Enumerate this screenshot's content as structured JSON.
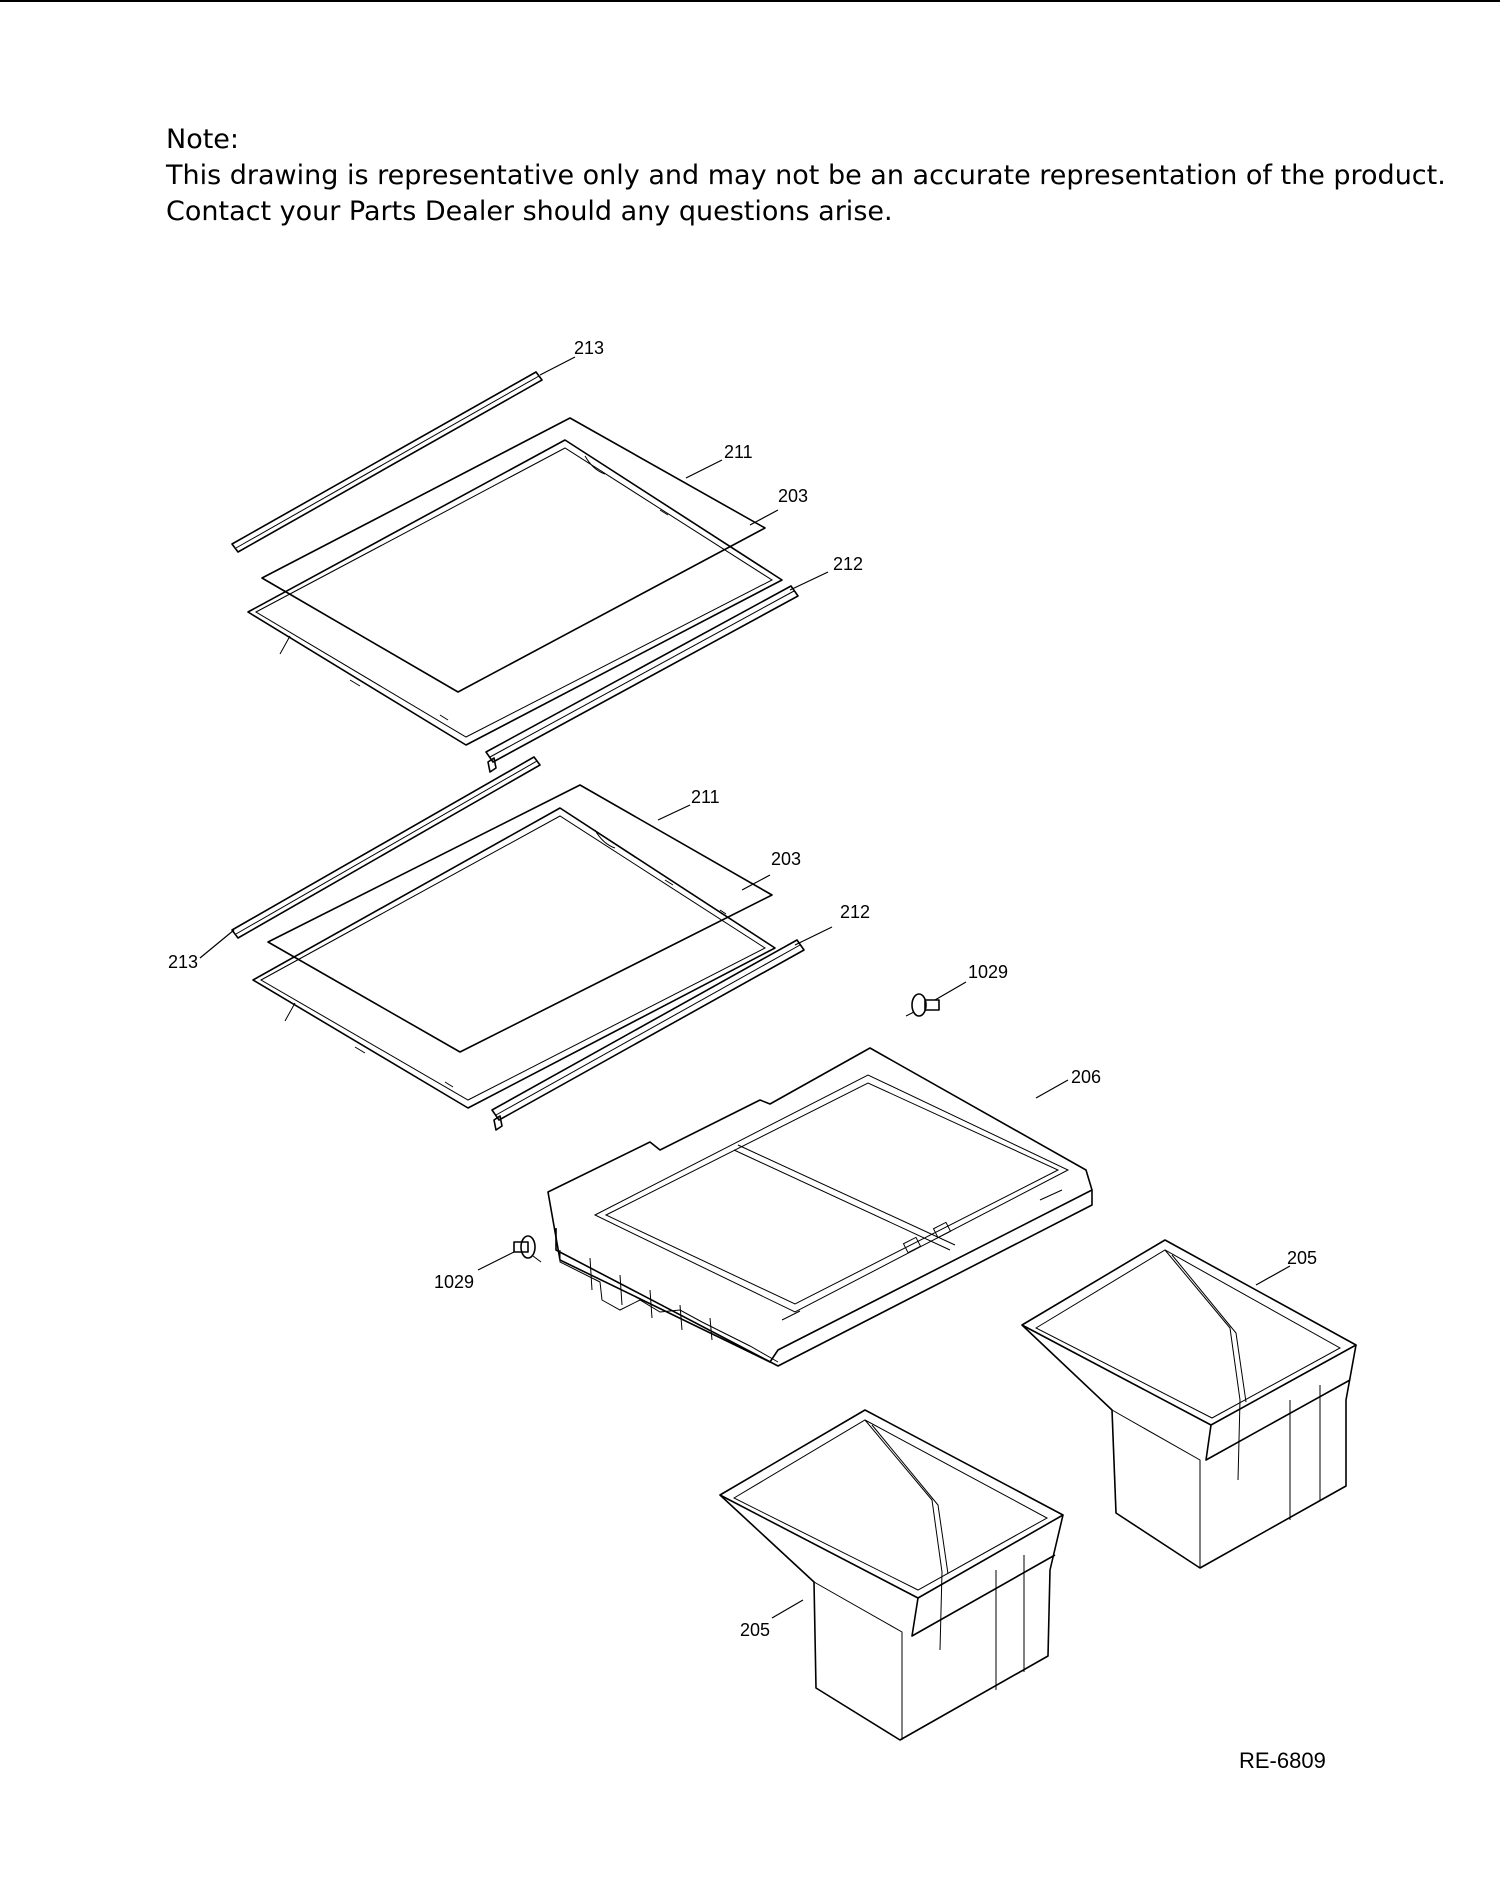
{
  "note": {
    "heading": "Note:",
    "line1": "This drawing is representative only and may not be an accurate representation of the product.",
    "line2": "Contact your Parts Dealer should any questions arise."
  },
  "callouts": {
    "c213a": "213",
    "c211a": "211",
    "c203a": "203",
    "c212a": "212",
    "c211b": "211",
    "c203b": "203",
    "c212b": "212",
    "c213b": "213",
    "c1029a": "1029",
    "c206": "206",
    "c1029b": "1029",
    "c205a": "205",
    "c205b": "205"
  },
  "reference_code": "RE-6809"
}
